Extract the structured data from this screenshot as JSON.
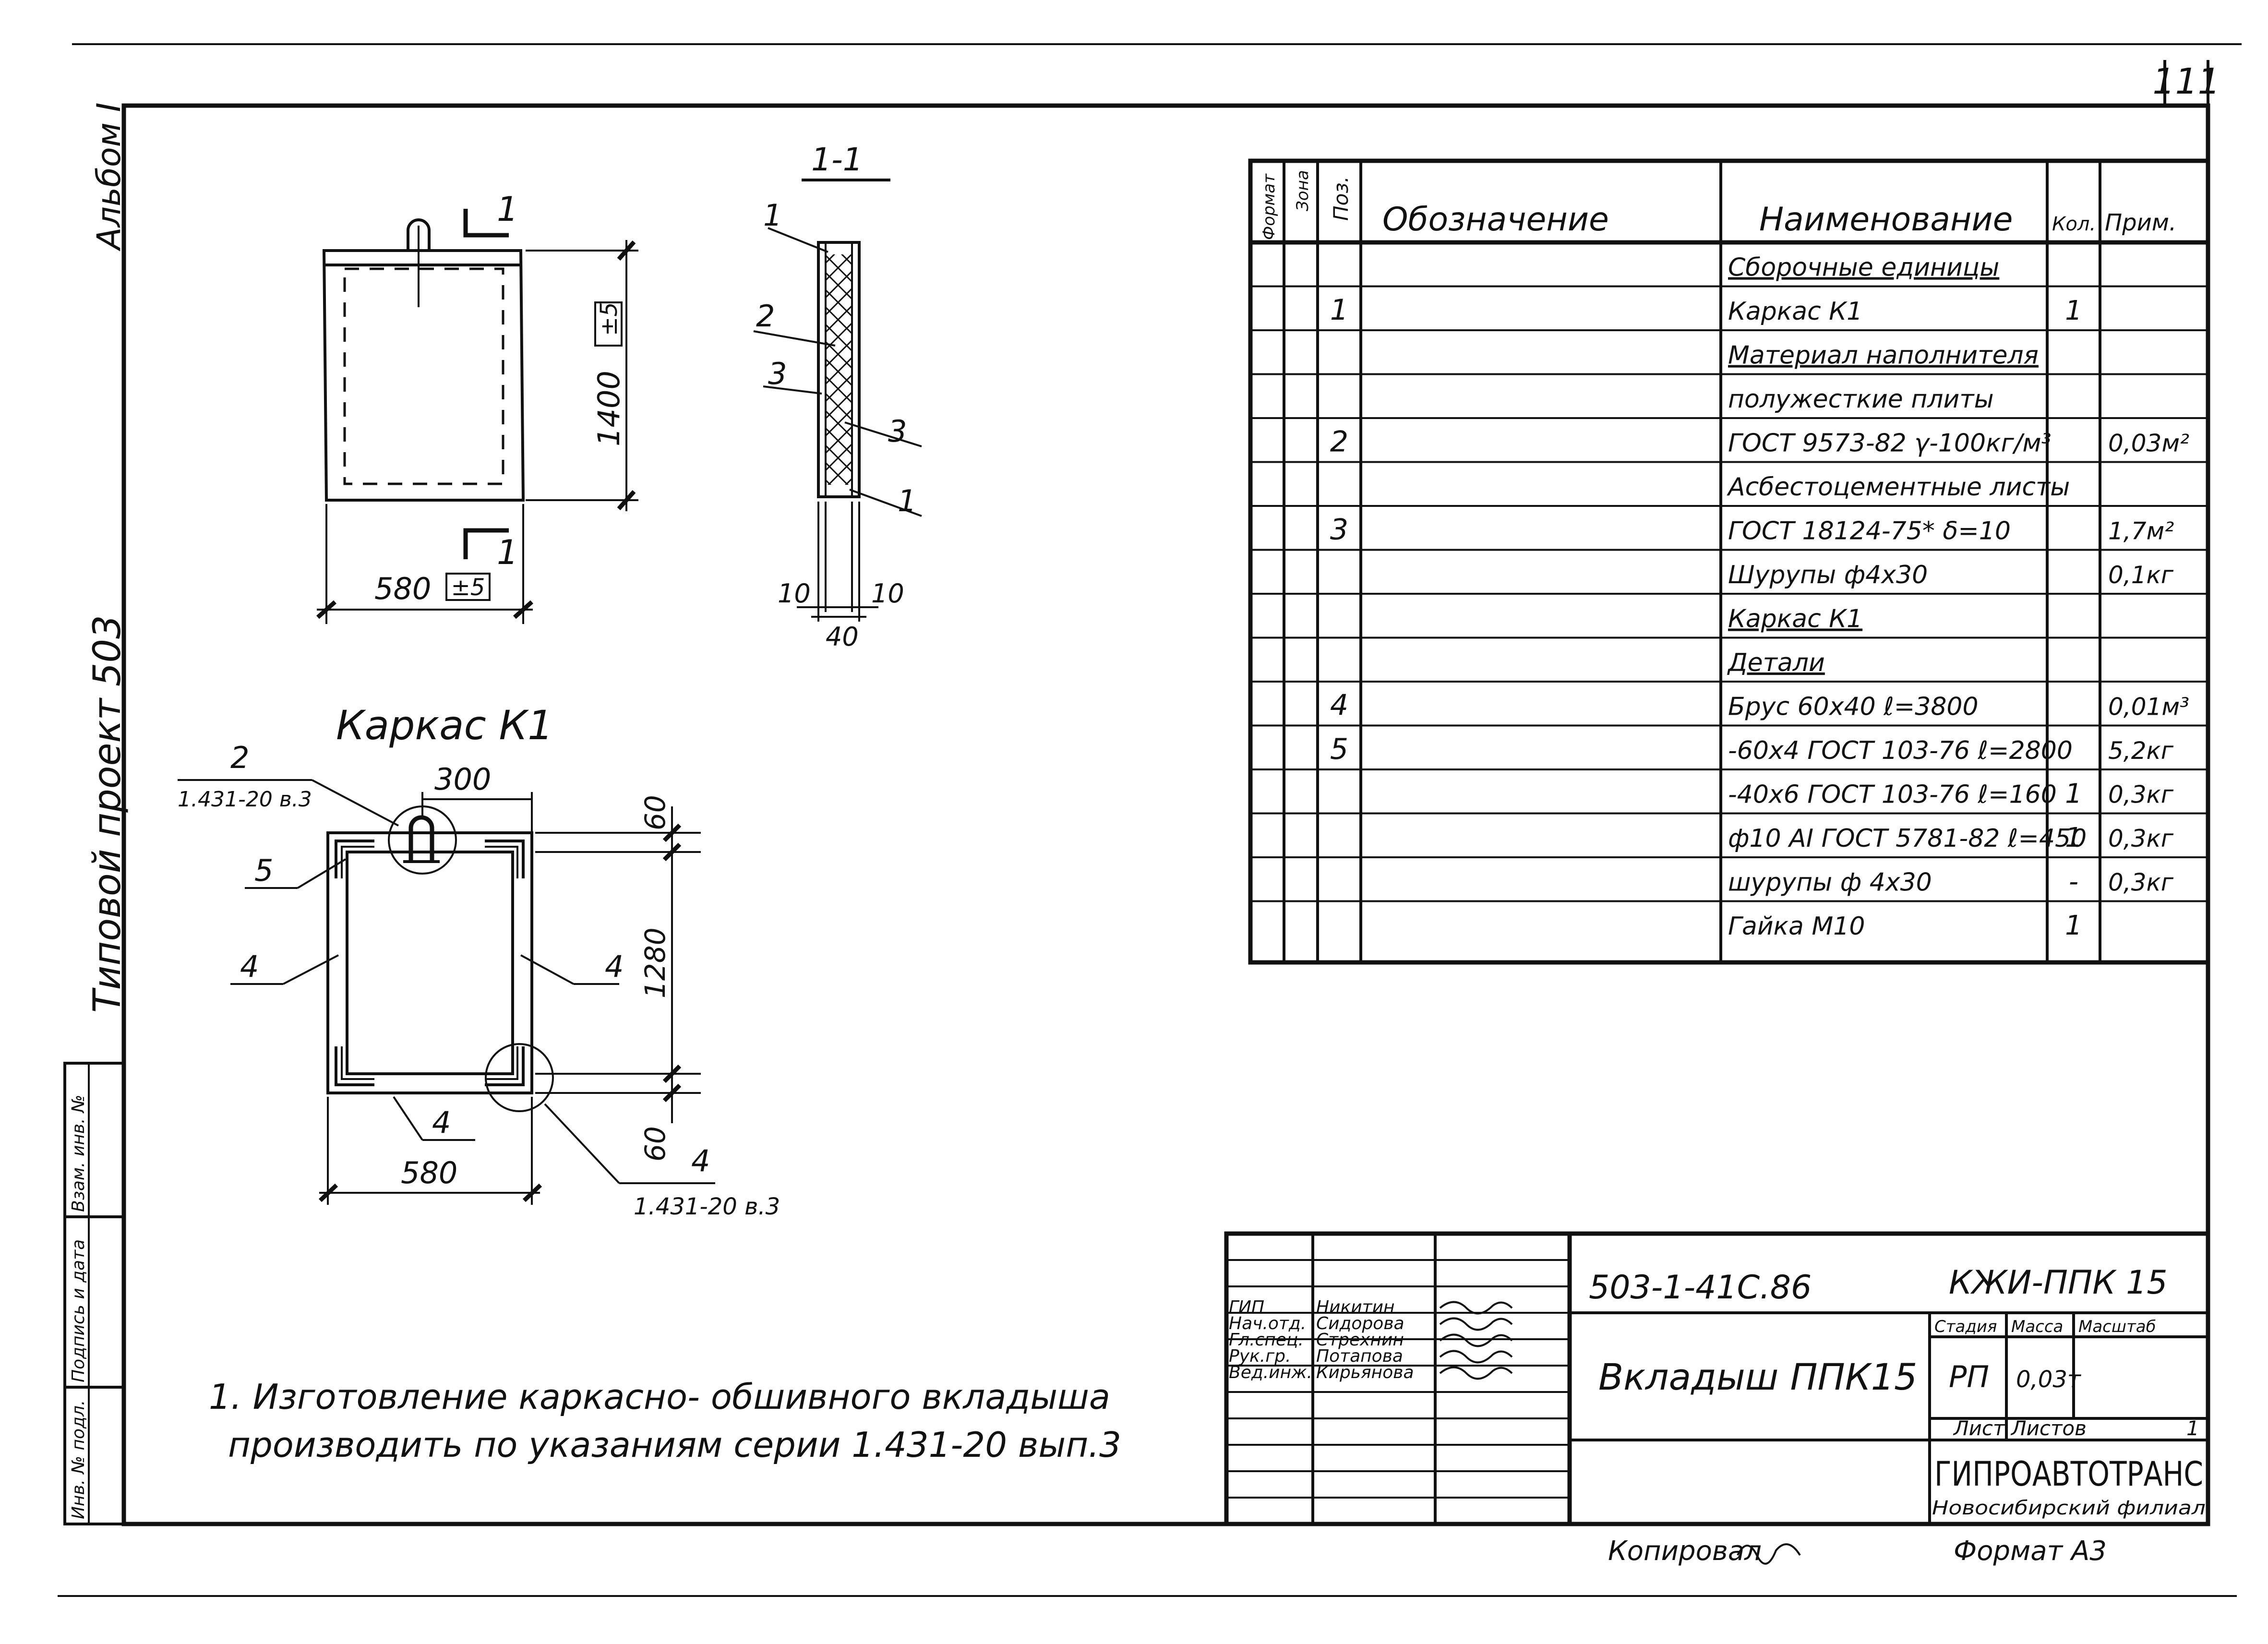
{
  "sheet": {
    "page_number": "111",
    "album": "Альбом I",
    "project": "Типовой проект 503"
  },
  "left_stamp": [
    "Инв. № подл.",
    "Подпись и дата",
    "Взам. инв. №"
  ],
  "drawing_top": {
    "dim_width": "580",
    "dim_width_note": "±5",
    "dim_height": "1400",
    "dim_height_note": "±5",
    "cut_mark": "1"
  },
  "section": {
    "title": "1-1",
    "callouts": [
      "1",
      "2",
      "3",
      "3",
      "1"
    ],
    "dim_left": "10",
    "dim_right": "10",
    "dim_total": "40"
  },
  "frame_k1": {
    "title": "Каркас К1",
    "ref_top_num": "2",
    "ref_top": "1.431-20 в.3",
    "dim_top": "300",
    "dim_right_top": "60",
    "dim_right_mid": "1280",
    "dim_right_bottom": "60",
    "dim_bottom": "580",
    "callout_5": "5",
    "callout_4a": "4",
    "callout_4b": "4",
    "callout_4c": "4",
    "ref_bottom_num": "4",
    "ref_bottom": "1.431-20 в.3"
  },
  "spec_table": {
    "headers": [
      "Формат",
      "Зона",
      "Поз.",
      "Обозначение",
      "Наименование",
      "Кол.",
      "Прим."
    ],
    "rows": [
      {
        "pos": "",
        "name": "Сборочные единицы",
        "qty": "",
        "note": "",
        "style": "underline"
      },
      {
        "pos": "1",
        "name": "Каркас К1",
        "qty": "1",
        "note": "",
        "style": ""
      },
      {
        "pos": "",
        "name": "Материал наполнителя",
        "qty": "",
        "note": "",
        "style": "underline"
      },
      {
        "pos": "",
        "name": "полужесткие плиты",
        "qty": "",
        "note": "",
        "style": ""
      },
      {
        "pos": "2",
        "name": "ГОСТ 9573-82 γ-100кг/м³",
        "qty": "",
        "note": "0,03м²",
        "style": ""
      },
      {
        "pos": "",
        "name": "Асбестоцементные листы",
        "qty": "",
        "note": "",
        "style": ""
      },
      {
        "pos": "3",
        "name": "ГОСТ 18124-75* δ=10",
        "qty": "",
        "note": "1,7м²",
        "style": ""
      },
      {
        "pos": "",
        "name": "Шурупы ф4х30",
        "qty": "",
        "note": "0,1кг",
        "style": ""
      },
      {
        "pos": "",
        "name": "Каркас К1",
        "qty": "",
        "note": "",
        "style": "underline"
      },
      {
        "pos": "",
        "name": "Детали",
        "qty": "",
        "note": "",
        "style": "underline"
      },
      {
        "pos": "4",
        "name": "Брус 60х40 ℓ=3800",
        "qty": "",
        "note": "0,01м³",
        "style": ""
      },
      {
        "pos": "5",
        "name": "-60х4 ГОСТ 103-76 ℓ=2800",
        "qty": "",
        "note": "5,2кг",
        "style": ""
      },
      {
        "pos": "",
        "name": "-40х6 ГОСТ 103-76 ℓ=160",
        "qty": "1",
        "note": "0,3кг",
        "style": ""
      },
      {
        "pos": "",
        "name": "ф10 АI ГОСТ 5781-82 ℓ=450",
        "qty": "1",
        "note": "0,3кг",
        "style": ""
      },
      {
        "pos": "",
        "name": "шурупы ф 4х30",
        "qty": "-",
        "note": "0,3кг",
        "style": ""
      },
      {
        "pos": "",
        "name": "Гайка М10",
        "qty": "1",
        "note": "",
        "style": ""
      }
    ]
  },
  "note": {
    "line1": "1. Изготовление каркасно- обшивного вкладыша",
    "line2": "производить по указаниям серии 1.431-20 вып.3"
  },
  "title_block": {
    "roles": [
      "ГИП",
      "Нач.отд.",
      "Гл.спец.",
      "Рук.гр.",
      "Вед.инж."
    ],
    "names": [
      "Никитин",
      "Сидорова",
      "Стрехнин",
      "Потапова",
      "Кирьянова"
    ],
    "doc_number": "503-1-41С.86",
    "doc_code": "КЖИ-ППК 15",
    "doc_title": "Вкладыш ППК15",
    "stage_label": "Стадия",
    "stage": "РП",
    "mass_label": "Масса",
    "mass": "0,03т",
    "scale_label": "Масштаб",
    "sheet_label": "Лист",
    "sheets_label": "Листов",
    "sheets": "1",
    "org": "ГИПРОАВТОТРАНС",
    "org_branch": "Новосибирский филиал"
  },
  "footer": {
    "copied": "Копировал",
    "format": "Формат А3"
  }
}
